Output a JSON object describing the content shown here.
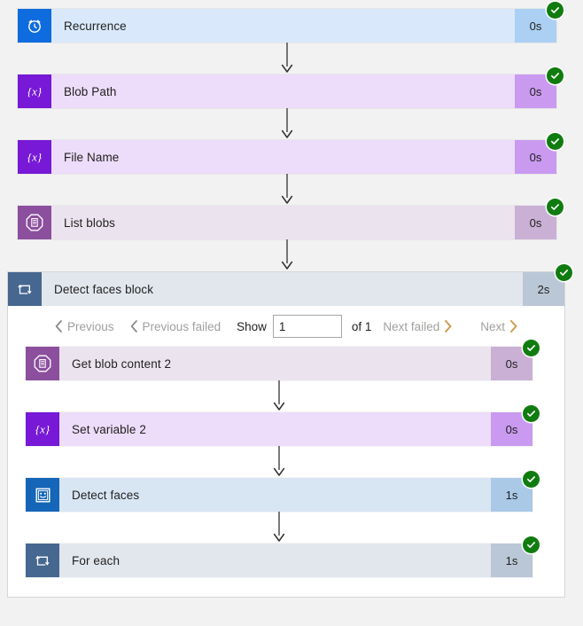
{
  "colors": {
    "page_background": "#f2f2f2",
    "status_success": "#107c10",
    "trigger_icon_bg": "#0f6cde",
    "trigger_body_bg": "#d9e9fb",
    "trigger_duration_bg": "#abd0f3",
    "variable_icon_bg": "#7719d6",
    "variable_body_bg": "#eddcfa",
    "variable_duration_bg": "#c99af0",
    "blob_icon_bg": "#8b4f9e",
    "blob_body_bg": "#ebe4ef",
    "blob_duration_bg": "#c9b0d4",
    "scope_icon_bg": "#46678f",
    "scope_body_bg": "#e2e7ee",
    "scope_duration_bg": "#bac7d6",
    "face_icon_bg": "#1565b8",
    "face_body_bg": "#d8e6f4",
    "face_duration_bg": "#a9c9e6",
    "next_chevron": "#cf9b50",
    "disabled_text": "#a19f9d"
  },
  "flow": {
    "steps": [
      {
        "id": "recurrence",
        "name": "Recurrence",
        "duration": "0s",
        "icon": "alarm-clock-icon",
        "status": "succeeded"
      },
      {
        "id": "blob-path",
        "name": "Blob Path",
        "duration": "0s",
        "icon": "variable-braces-icon",
        "status": "succeeded"
      },
      {
        "id": "file-name",
        "name": "File Name",
        "duration": "0s",
        "icon": "variable-braces-icon",
        "status": "succeeded"
      },
      {
        "id": "list-blobs",
        "name": "List blobs",
        "duration": "0s",
        "icon": "blob-storage-icon",
        "status": "succeeded"
      }
    ]
  },
  "scope": {
    "id": "detect-faces-block",
    "name": "Detect faces block",
    "duration": "2s",
    "icon": "scope-loop-icon",
    "status": "succeeded",
    "pager": {
      "previous_label": "Previous",
      "previous_failed_label": "Previous failed",
      "show_label": "Show",
      "page_value": "1",
      "page_placeholder": "",
      "of_label": "of 1",
      "next_failed_label": "Next failed",
      "next_label": "Next"
    },
    "steps": [
      {
        "id": "get-blob-content-2",
        "name": "Get blob content 2",
        "duration": "0s",
        "icon": "blob-storage-icon",
        "status": "succeeded"
      },
      {
        "id": "set-variable-2",
        "name": "Set variable 2",
        "duration": "0s",
        "icon": "variable-braces-icon",
        "status": "succeeded"
      },
      {
        "id": "detect-faces",
        "name": "Detect faces",
        "duration": "1s",
        "icon": "face-smile-icon",
        "status": "succeeded"
      },
      {
        "id": "for-each",
        "name": "For each",
        "duration": "1s",
        "icon": "scope-loop-icon",
        "status": "succeeded"
      }
    ]
  }
}
